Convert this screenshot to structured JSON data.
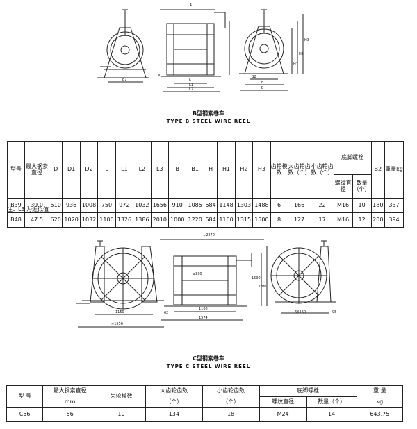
{
  "section_b": {
    "title_cn": "B型钢索卷车",
    "title_en": "TYPE B STEEL WIRE REEL",
    "drawing_labels": [
      "L4",
      "H3",
      "H2",
      "H1",
      "B1",
      "L",
      "L1",
      "L2",
      "B2",
      "B",
      "B",
      "30"
    ],
    "table": {
      "headers": {
        "model": "型号",
        "max_dia": "最大钢索直径",
        "D": "D",
        "D1": "D1",
        "D2": "D2",
        "L": "L",
        "L1": "L1",
        "L2": "L2",
        "L3": "L3",
        "B": "B",
        "B1": "B1",
        "H": "H",
        "H1": "H1",
        "H2": "H2",
        "H3": "H3",
        "gear_module": "齿轮模数",
        "big_gear": "大齿轮齿数（个）",
        "small_gear": "小齿轮齿数（个）",
        "anchor_bolt": "底脚螺栓",
        "thread_dia": "螺纹直径",
        "qty": "数量（个）",
        "B2": "B2",
        "weight": "重量kg"
      },
      "rows": [
        [
          "B39",
          "39.0",
          "510",
          "936",
          "1008",
          "750",
          "972",
          "1032",
          "1656",
          "910",
          "1085",
          "584",
          "1148",
          "1303",
          "1488",
          "6",
          "166",
          "22",
          "M16",
          "10",
          "180",
          "337"
        ],
        [
          "B48",
          "47.5",
          "620",
          "1020",
          "1032",
          "1100",
          "1326",
          "1386",
          "2010",
          "1000",
          "1220",
          "584",
          "1160",
          "1315",
          "1500",
          "8",
          "127",
          "17",
          "M16",
          "12",
          "200",
          "394"
        ]
      ]
    },
    "note": "注：L3 为近似值"
  },
  "section_c": {
    "title_cn": "C型钢索卷车",
    "title_en": "TYPE C STEEL WIRE REEL",
    "drawing_labels": [
      "≈2270",
      "1150",
      "≈1556",
      "1100",
      "1574",
      "62",
      "ø330",
      "1590",
      "1360",
      "6X160",
      "95"
    ],
    "table": {
      "headers": {
        "model": "型 号",
        "max_dia": "最大钢索直径",
        "max_dia_unit": "mm",
        "gear_module": "齿轮模数",
        "big_gear": "大齿轮齿数",
        "big_gear_unit": "（个）",
        "small_gear": "小齿轮齿数",
        "small_gear_unit": "（个）",
        "anchor_bolt": "底脚螺栓",
        "thread_dia": "螺纹直径",
        "qty": "数量（个）",
        "weight": "重 量",
        "weight_unit": "kg"
      },
      "row": [
        "C56",
        "56",
        "10",
        "134",
        "18",
        "M24",
        "14",
        "643.75"
      ]
    }
  }
}
